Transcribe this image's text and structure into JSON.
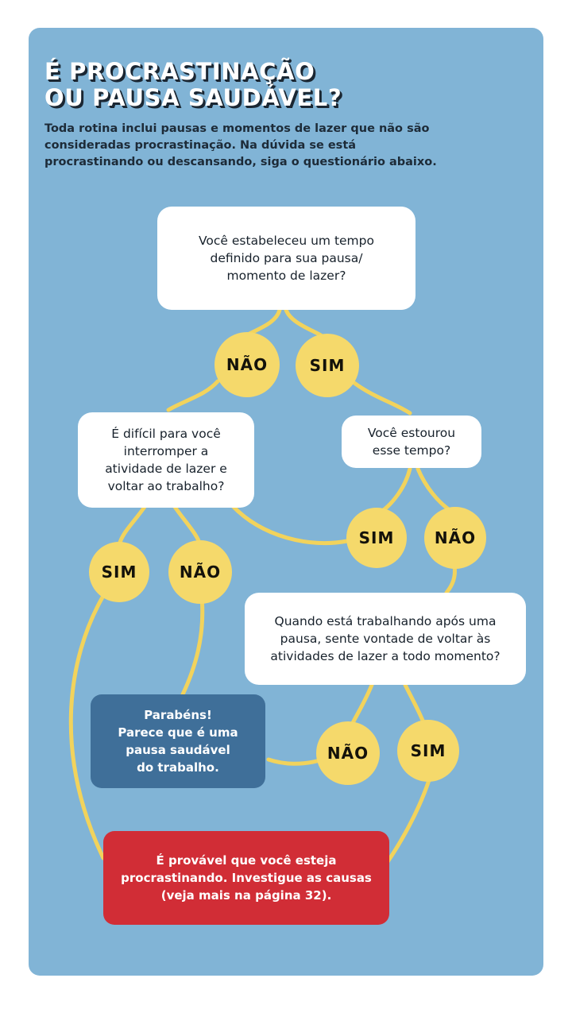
{
  "colors": {
    "page_background": "#ffffff",
    "card_background": "#81b4d6",
    "connector": "#f2d35c",
    "circle": "#f5d96b",
    "question_box": "#ffffff",
    "result_positive": "#3f6f99",
    "result_negative": "#d12d36",
    "title_text": "#ffffff",
    "title_shadow": "#1b2733",
    "body_text": "#1d2b38"
  },
  "header": {
    "title_line1": "É PROCRASTINAÇÃO",
    "title_line2": "OU PAUSA SAUDÁVEL?",
    "intro": "Toda rotina inclui pausas e momentos de lazer que não são consideradas procrastinação. Na dúvida se está procrastinando ou descansando, siga o questionário abaixo."
  },
  "flowchart": {
    "type": "decision-tree",
    "questions": [
      {
        "id": "q1",
        "text": "Você estabeleceu um tempo definido para sua pausa/ momento de lazer?"
      },
      {
        "id": "q2",
        "text": "É difícil para você interromper a atividade de lazer e voltar ao trabalho?"
      },
      {
        "id": "q3",
        "text": "Você estourou esse tempo?"
      },
      {
        "id": "q4",
        "text": "Quando está trabalhando após uma pausa, sente vontade de voltar às atividades de lazer a todo momento?"
      }
    ],
    "answers": [
      {
        "id": "a1",
        "label": "NÃO",
        "from": "q1",
        "to": "q2"
      },
      {
        "id": "a2",
        "label": "SIM",
        "from": "q1",
        "to": "q3"
      },
      {
        "id": "a3",
        "label": "SIM",
        "from": "q3",
        "to": "q2"
      },
      {
        "id": "a4",
        "label": "NÃO",
        "from": "q3",
        "to": "q4"
      },
      {
        "id": "a5",
        "label": "SIM",
        "from": "q2",
        "to": "r_negative"
      },
      {
        "id": "a6",
        "label": "NÃO",
        "from": "q2",
        "to": "r_positive"
      },
      {
        "id": "a7",
        "label": "NÃO",
        "from": "q4",
        "to": "r_positive"
      },
      {
        "id": "a8",
        "label": "SIM",
        "from": "q4",
        "to": "r_negative"
      }
    ],
    "results": [
      {
        "id": "r_positive",
        "text": "Parabéns! Parece que é uma pausa saudável do trabalho.",
        "tone": "positive"
      },
      {
        "id": "r_negative",
        "text": "É provável que você esteja procrastinando. Investigue as causas (veja mais na página 32).",
        "tone": "negative"
      }
    ]
  },
  "q1_lines": [
    "Você estabeleceu um tempo",
    "definido para sua pausa/",
    "momento de lazer?"
  ],
  "q2_lines": [
    "É difícil para você",
    "interromper a",
    "atividade de lazer e",
    "voltar ao trabalho?"
  ],
  "q3_lines": [
    "Você estourou",
    "esse tempo?"
  ],
  "q4_lines": [
    "Quando está trabalhando após uma",
    "pausa, sente vontade de voltar às",
    "atividades de lazer a todo momento?"
  ],
  "r_positive_lines": [
    "Parabéns!",
    "Parece que é uma",
    "pausa saudável",
    "do trabalho."
  ],
  "r_negative_lines": [
    "É provável que você esteja",
    "procrastinando. Investigue as causas",
    "(veja mais na página 32)."
  ],
  "labels": {
    "a1": "NÃO",
    "a2": "SIM",
    "a3": "SIM",
    "a4": "NÃO",
    "a5": "SIM",
    "a6": "NÃO",
    "a7": "NÃO",
    "a8": "SIM"
  }
}
